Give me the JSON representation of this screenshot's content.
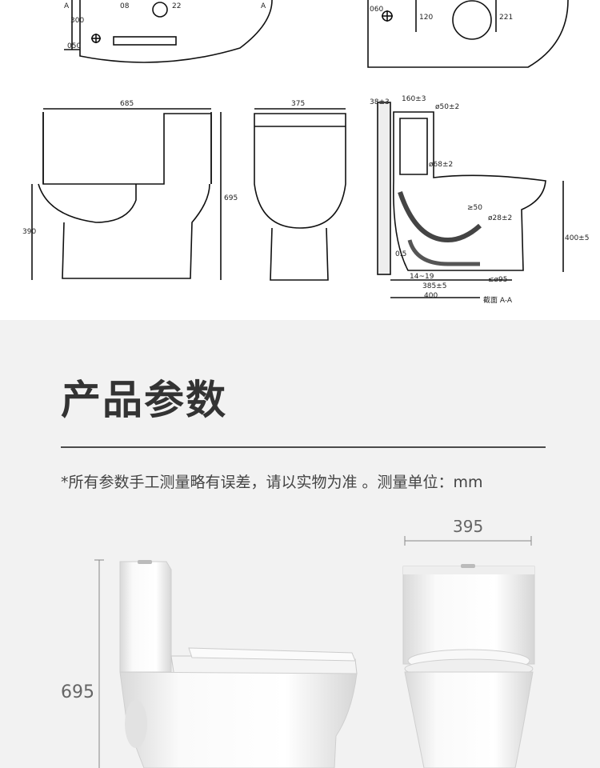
{
  "drawings": {
    "top_left": {
      "labels": [
        "A",
        "300",
        "08",
        "22",
        "050",
        "A"
      ]
    },
    "top_right": {
      "labels": [
        "060",
        "120",
        "221"
      ]
    },
    "front": {
      "width": "685",
      "height": "695",
      "seat": "390"
    },
    "side": {
      "width": "375"
    },
    "section": {
      "labels": [
        "38±3",
        "160±3",
        "ø50±2",
        "ø68±2",
        "≥50",
        "ø28±2",
        "0.5",
        "400±5",
        "14~19",
        "≤ø95",
        "385±5",
        "400",
        "截面 A-A"
      ]
    }
  },
  "params": {
    "title": "产品参数",
    "note": "*所有参数手工测量略有误差，请以实物为准 。测量单位：mm",
    "height_label": "695",
    "width_label": "395"
  },
  "colors": {
    "section_bg": "#f2f2f2",
    "title": "#333333",
    "line": "#4a4a4a"
  }
}
